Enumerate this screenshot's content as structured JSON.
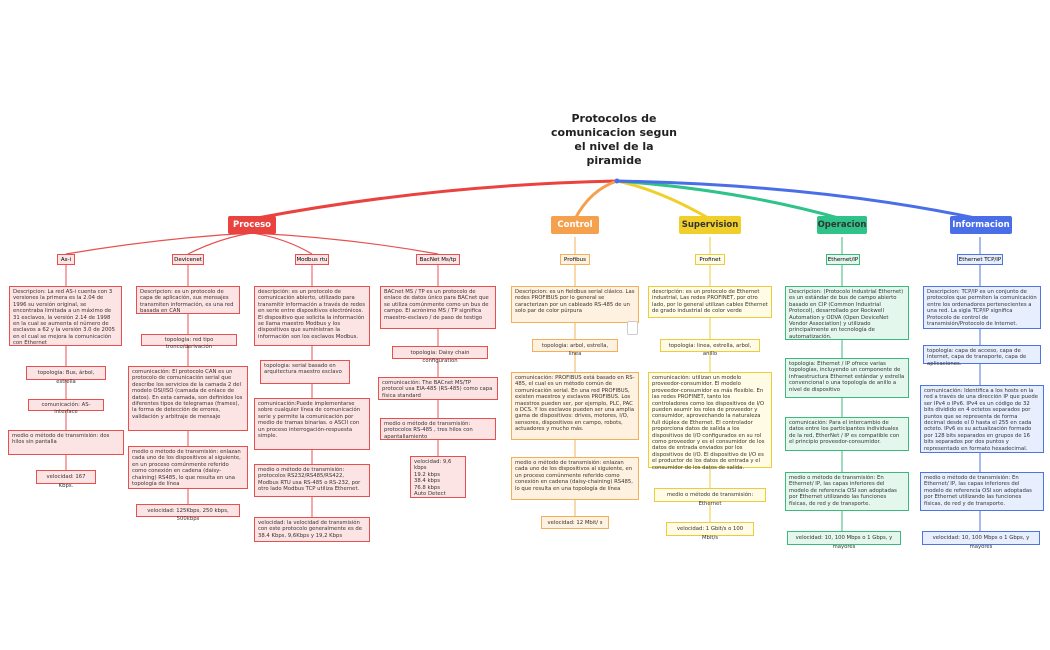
{
  "title": "Protocolos de comunicacion segun el nivel de la piramide",
  "colors": {
    "proceso": "#e9423f",
    "control": "#f5a04d",
    "supervision": "#f1cf2a",
    "operacion": "#2fc38a",
    "informacion": "#4a6ee8"
  },
  "categories": {
    "proceso": "Proceso",
    "control": "Control",
    "supervision": "Supervision",
    "operacion": "Operacion",
    "informacion": "Informacion"
  },
  "asi": {
    "name": "As-i",
    "desc": "Descripcion: La red AS-i cuenta con 3 versiones la primera es la 2.04 de 1996 su versión original, se encontraba limitada a un máximo de 31 esclavos, la versión 2.14 de 1998 en la cual se aumenta el número de esclavos a 62 y la versión 3.0 de 2005 en el cual se mejora la comunicación con Ethernet",
    "topologia": "topologia: Bus, árbol, estrella",
    "comunicacion": "comunicación: AS-interface",
    "medio": "medio o método de transmisión: dos hilos sin pantalla",
    "velocidad": "velocidad: 167 Kbps."
  },
  "devicenet": {
    "name": "Devicenet",
    "desc": "Descripcion: es un protocolo de capa de aplicación, sus mensajes transmiten información, es una red basada en CAN",
    "topologia": "topologia: red tipo tronco/derivación",
    "comunicacion": "comunicación: El protocolo CAN es un protocolo de comunicación serial que describe los servicios de la camada 2 del modelo OSI/ISO (camada de enlace de datos). En esta camada, son definidos los diferentes tipos de telegramas (frames), la forma de detección de errores, validación y arbitraje de mensaje",
    "medio": "medio o método de transmisión: enlazan cada uno de los dispositivos al siguiente, en un proceso comúnmente referido como conexión en cadena (daisy-chaining) RS485, lo que resulta en una topología de línea",
    "velocidad": "velocidad: 125Kbps, 250 kbps, 500kbps"
  },
  "modbus": {
    "name": "Modbus rtu",
    "desc": "descripción: es un protocolo de comunicación abierto, utilizado para transmitir información a través de redes en serie entre dispositivos electrónicos. El dispositivo que solicita la información se llama maestro Modbus y los dispositivos que suministran la información son los esclavos Modbus.",
    "topologia": "topologia: serial basado en arquitectura maestro esclavo",
    "comunicacion": "comunicación:Puede implementarse sobre cualquier línea de comunicación serie y permite la comunicación por medio de tramas binarias. o ASCII con un proceso interrogación-respuesta simple.",
    "medio": "medio o método de transmisión: protocolos RS232/RS485/RS422, Modbus RTU usa RS-485 o RS-232, por otro lado Modbus TCP utiliza Ethernet.",
    "velocidad": "velocidad: la velocidad de transmisión con este protocolo generalmente es de 38.4 Kbps, 9,6Kbps y 19,2 Kbps"
  },
  "bacnet": {
    "name": "BacNet Ms/tp",
    "desc": "BACnet MS / TP es un protocolo de enlace de datos único para BACnet que se utiliza comúnmente como un bus de campo. El acrónimo MS / TP significa maestro-esclavo / de paso de testigo",
    "topologia": "topologia: Daisy chain configuration",
    "comunicacion": "comunicación: The BACnet MS/TP protocol usa EIA-485 (RS-485) como capa física standard",
    "medio": "medio o método de transmisión: protocolos RS-485 , tres hilos con apantallamiento",
    "velocidad": [
      "velocidad: 9,6 kbps",
      "19.2 kbps",
      "38.4 kbps",
      "76.8 kbps",
      "Auto Detect"
    ]
  },
  "profibus": {
    "name": "Profibus",
    "desc": "Descripcion: es un fieldbus serial clásico. Las redes PROFIBUS por lo general se caracterizan por un cableado RS-485 de un solo par de color púrpura",
    "topologia": "topologia: arbol, estrella, linea",
    "comunicacion": "comunicación: PROFIBUS está basado en RS-485, el cual es un método común de comunicación serial. En una red PROFIBUS, existen maestros y esclavos PROFIBUS. Los maestros pueden ser, por ejemplo, PLC, PAC o DCS. Y los esclavos pueden ser una amplia gama de dispositivos: drives, motores, I/O, sensores, dispositivos en campo, robots, actuadores y mucho más.",
    "medio": "medio o método de transmisión: enlazan cada uno de los dispositivos al siguiente, en un proceso comúnmente referido como conexión en cadena (daisy-chaining) RS485, lo que resulta en una topología de línea",
    "velocidad": "velocidad: 12 Mbit/ s"
  },
  "profinet": {
    "name": "Profinet",
    "desc": "descripción: es un protocolo de Ethernet industrial, Las redes PROFINET, por otro lado, por lo general utilizan cables Ethernet de grado industrial de color verde",
    "topologia": "topologia: linea, estrella, arbol, anillo",
    "comunicacion": "comunicación: utilizan un modelo proveedor-consumidor. El modelo proveedor-consumidor es más flexible. En las redes PROFINET, tanto los controladores como los dispositivos de I/O pueden asumir los roles de proveedor y consumidor, aprovechando la naturaleza full dúplex de Ethernet. El controlador proporciona datos de salida a los dispositivos de I/O configurados en su rol como proveedor y es el consumidor de los datos de entrada enviados por los dispositivos de I/O. El dispositivo de I/O es el productor de los datos de entrada y el consumidor de los datos de salida.",
    "medio": "medio o método de transmisión: Ethernet",
    "velocidad": "velocidad: 1 Gbit/s o 100 Mbit/s"
  },
  "ethernetip": {
    "name": "Ethernet/IP",
    "desc": "Descripcion: (Protocolo Industrial Ethernet) es un estándar de bus de campo abierto basado en CIP (Common Industrial Protocol), desarrollado por Rockwell Automation y ODVA (Open DeviceNet Vendor Association) y utilizado principalmente en tecnología de automatización.",
    "topologia": "topologia: Ethernet / IP ofrece varias topologías, incluyendo un componente de infraestructura Ethernet estándar y estrella convencional o una topología de anillo a nivel de dispositivo",
    "comunicacion": "comunicación: Para el intercambio de datos entre los participantes individuales de la red, EtherNet / IP es compatible con el principio proveedor-consumidor.",
    "medio": "medio o método de transmisión: En Ethernet/ IP, las capas inferiores del modelo de referencia OSI son adoptadas por Ethernet utilizando las funciones físicas, de red y de transporte.",
    "velocidad": "velocidad: 10, 100 Mbps o 1 Gbps, y mayores"
  },
  "tcpip": {
    "name": "Ethernet TCP/IP",
    "desc": "Descripcion: TCP/IP es un conjunto de protocolos que permiten la comunicación entre los ordenadores pertenecientes a una red. La sigla TCP/IP significa Protocolo de control de transmisión/Protocolo de Internet.",
    "topologia": "topologia: capa de acceso, capa de internet, capa de transporte, capa de aplicaciones.",
    "comunicacion": "comunicación: Identifica a los hosts en la red a través de una dirección IP que puede ser IPv4 o IPv6. IPv4 es un código de 32 bits dividido en 4 octetos separados por puntos que se representa de forma decimal desde el 0 hasta el 255 en cada octeto. IPv6 es su actualización formado por 128 bits separados en grupos de 16 bits separados por dos puntos y representado en formato hexadecimal.",
    "medio": "medio o método de transmisión: En Ethernet/ IP, las capas inferiores del modelo de referencia OSI son adoptadas por Ethernet utilizando las funciones físicas, de red y de transporte.",
    "velocidad": "velocidad: 10, 100 Mbps o 1 Gbps, y mayores"
  }
}
